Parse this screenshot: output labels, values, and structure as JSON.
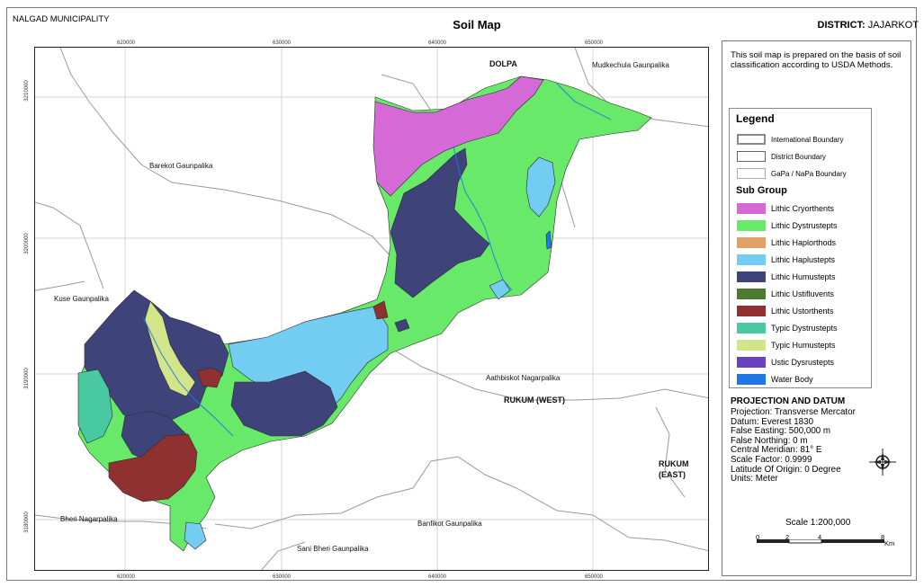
{
  "header": {
    "left": "NALGAD MUNICIPALITY",
    "center": "Soil Map",
    "right_label": "DISTRICT:",
    "right_value": "JAJARKOT"
  },
  "grid": {
    "x_ticks": [
      "620000",
      "630000",
      "640000",
      "650000"
    ],
    "y_ticks": [
      "3210000",
      "3200000",
      "3190000",
      "3180000"
    ]
  },
  "places": [
    {
      "name": "DOLPA",
      "bold": true
    },
    {
      "name": "Mudkechula Gaunpalika",
      "bold": false
    },
    {
      "name": "Barekot Gaunpalika",
      "bold": false
    },
    {
      "name": "Kuse Gaunpalika",
      "bold": false
    },
    {
      "name": "Aathbiskot Nagarpalika",
      "bold": false
    },
    {
      "name": "RUKUM (WEST)",
      "bold": true
    },
    {
      "name": "RUKUM",
      "bold": true
    },
    {
      "name": "(EAST)",
      "bold": true
    },
    {
      "name": "Bheri Nagarpalika",
      "bold": false
    },
    {
      "name": "Banfikot Gaunpalika",
      "bold": false
    },
    {
      "name": "Sani Bheri Gaunpalika",
      "bold": false
    }
  ],
  "note": "This soil map is prepared on the basis of soil classification according to USDA Methods.",
  "legend": {
    "title": "Legend",
    "boundaries": [
      {
        "label": "International Boundary",
        "style": "international"
      },
      {
        "label": "District Boundary",
        "style": "district"
      },
      {
        "label": "GaPa / NaPa Boundary",
        "style": "gapa"
      }
    ],
    "subgroup_title": "Sub Group",
    "subgroups": [
      {
        "label": "Lithic Cryorthents",
        "color": "#d56ad6"
      },
      {
        "label": "Lithic Dystrustepts",
        "color": "#69e96a"
      },
      {
        "label": "Lithic Haplorthods",
        "color": "#e3a066"
      },
      {
        "label": "Lithic Haplustepts",
        "color": "#73cdf3"
      },
      {
        "label": "Lithic Humustepts",
        "color": "#3e4479"
      },
      {
        "label": "Lithic Ustifluvents",
        "color": "#4d7a31"
      },
      {
        "label": "Lithic Ustorthents",
        "color": "#8f3131"
      },
      {
        "label": "Typic Dystrustepts",
        "color": "#48c9a1"
      },
      {
        "label": "Typic Humustepts",
        "color": "#d3e58b"
      },
      {
        "label": "Ustic Dysrustepts",
        "color": "#6a42c0"
      },
      {
        "label": "Water Body",
        "color": "#1f78e6"
      }
    ]
  },
  "projection": {
    "title": "PROJECTION AND DATUM",
    "lines": [
      "Projection: Transverse Mercator",
      "Datum: Everest 1830",
      "False Easting: 500,000 m",
      "False Northing: 0 m",
      "Central Meridian: 81° E",
      "Scale Factor: 0.9999",
      "Latitude Of Origin: 0 Degree",
      "Units: Meter"
    ]
  },
  "scale": {
    "title": "Scale 1:200,000",
    "labels": [
      "0",
      "2",
      "4",
      "8"
    ],
    "unit": "Km"
  }
}
